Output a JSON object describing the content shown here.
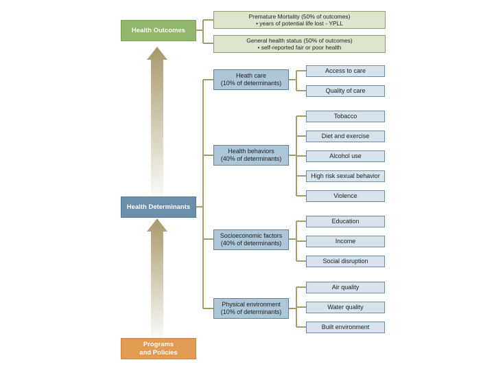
{
  "colors": {
    "outcome": "#92b76a",
    "determinants": "#6a8fab",
    "programs": "#e19b52",
    "connector": "#a69a6c",
    "arrow": "#a8996a"
  },
  "health_outcomes": {
    "label": "Health Outcomes",
    "items": [
      {
        "line1": "Premature Mortality (50% of outcomes)",
        "line2": "• years of potential life lost - YPLL"
      },
      {
        "line1": "General health status (50% of outcomes)",
        "line2": "• self-reported fair or poor health"
      }
    ]
  },
  "health_determinants": {
    "label": "Health Determinants",
    "categories": [
      {
        "name": "Heath care",
        "share": "(10% of determinants)",
        "items": [
          "Access to care",
          "Quality of care"
        ]
      },
      {
        "name": "Health behaviors",
        "share": "(40% of determinants)",
        "items": [
          "Tobacco",
          "Diet and exercise",
          "Alcohol use",
          "High risk sexual behavior",
          "Violence"
        ]
      },
      {
        "name": "Socioeconomic factors",
        "share": "(40% of determinants)",
        "items": [
          "Education",
          "Income",
          "Social disruption"
        ]
      },
      {
        "name": "Physical environment",
        "share": "(10% of determinants)",
        "items": [
          "Air quality",
          "Water quality",
          "Built environment"
        ]
      }
    ]
  },
  "programs": {
    "line1": "Programs",
    "line2": "and Policies"
  }
}
